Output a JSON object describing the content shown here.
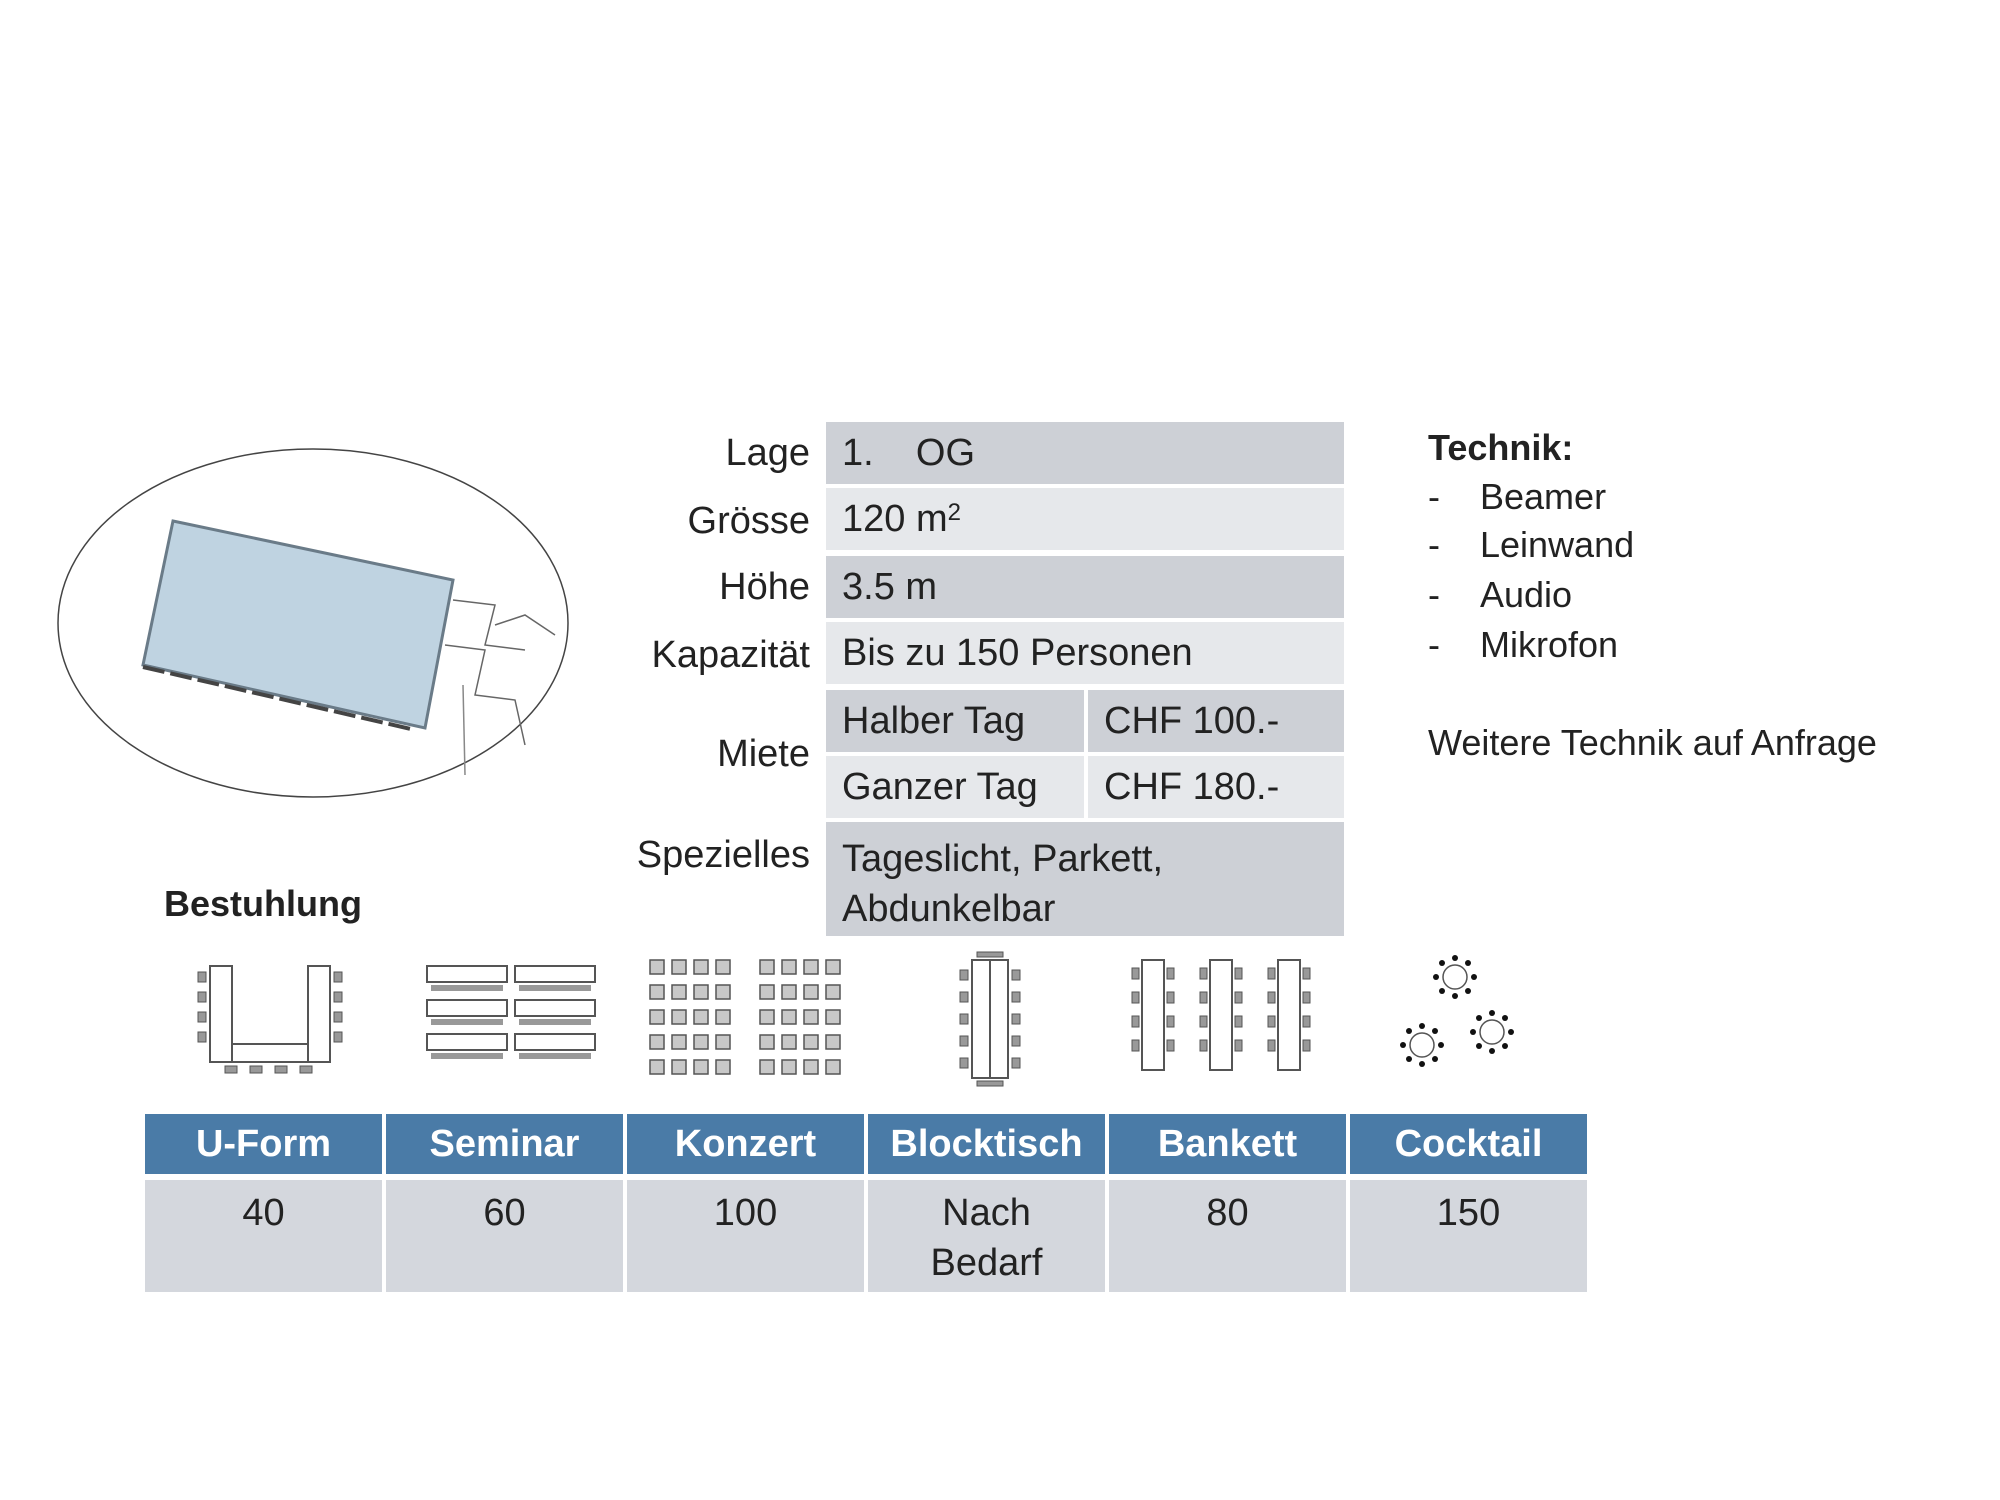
{
  "info": {
    "lage_label": "Lage",
    "lage_value": "1.    OG",
    "groesse_label": "Grösse",
    "groesse_value": "120 m",
    "groesse_sup": "2",
    "hoehe_label": "Höhe",
    "hoehe_value": "3.5 m",
    "kapazitaet_label": "Kapazität",
    "kapazitaet_value": "Bis zu 150 Personen",
    "miete_label": "Miete",
    "halber_tag_label": "Halber Tag",
    "halber_tag_price": "CHF 100.-",
    "ganzer_tag_label": "Ganzer Tag",
    "ganzer_tag_price": "CHF 180.-",
    "spezielles_label": "Spezielles",
    "spezielles_line1": "Tageslicht, Parkett,",
    "spezielles_line2": "Abdunkelbar"
  },
  "technik": {
    "title": "Technik:",
    "dash": "-",
    "items": [
      "Beamer",
      "Leinwand",
      "Audio",
      "Mikrofon"
    ],
    "note": "Weitere Technik auf Anfrage"
  },
  "bestuhlung": {
    "title": "Bestuhlung",
    "layouts": [
      {
        "name": "U-Form",
        "icon": "u-form-icon",
        "value": "40"
      },
      {
        "name": "Seminar",
        "icon": "seminar-icon",
        "value": "60"
      },
      {
        "name": "Konzert",
        "icon": "konzert-icon",
        "value": "100"
      },
      {
        "name": "Blocktisch",
        "icon": "blocktisch-icon",
        "value_line1": "Nach",
        "value_line2": "Bedarf"
      },
      {
        "name": "Bankett",
        "icon": "bankett-icon",
        "value": "80"
      },
      {
        "name": "Cocktail",
        "icon": "cocktail-icon",
        "value": "150"
      }
    ]
  },
  "colors": {
    "header_blue": "#4a7ba7",
    "cell_dark": "#cdd0d6",
    "cell_light": "#e6e8eb",
    "room_fill": "#bfd3e1"
  }
}
